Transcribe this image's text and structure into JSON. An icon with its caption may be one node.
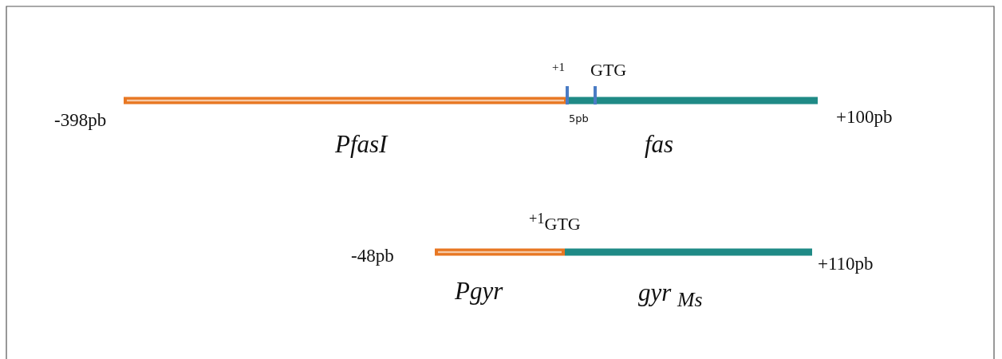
{
  "diagram": {
    "labels": [
      "+1",
      "GTG",
      "-398pb",
      "5pb",
      "+100pb",
      "PfasI",
      "fas",
      "$^{+1}$GTG",
      "-48pb",
      "+110pb",
      "Pgyr",
      "gyr $_{Ms}$"
    ]
  }
}
